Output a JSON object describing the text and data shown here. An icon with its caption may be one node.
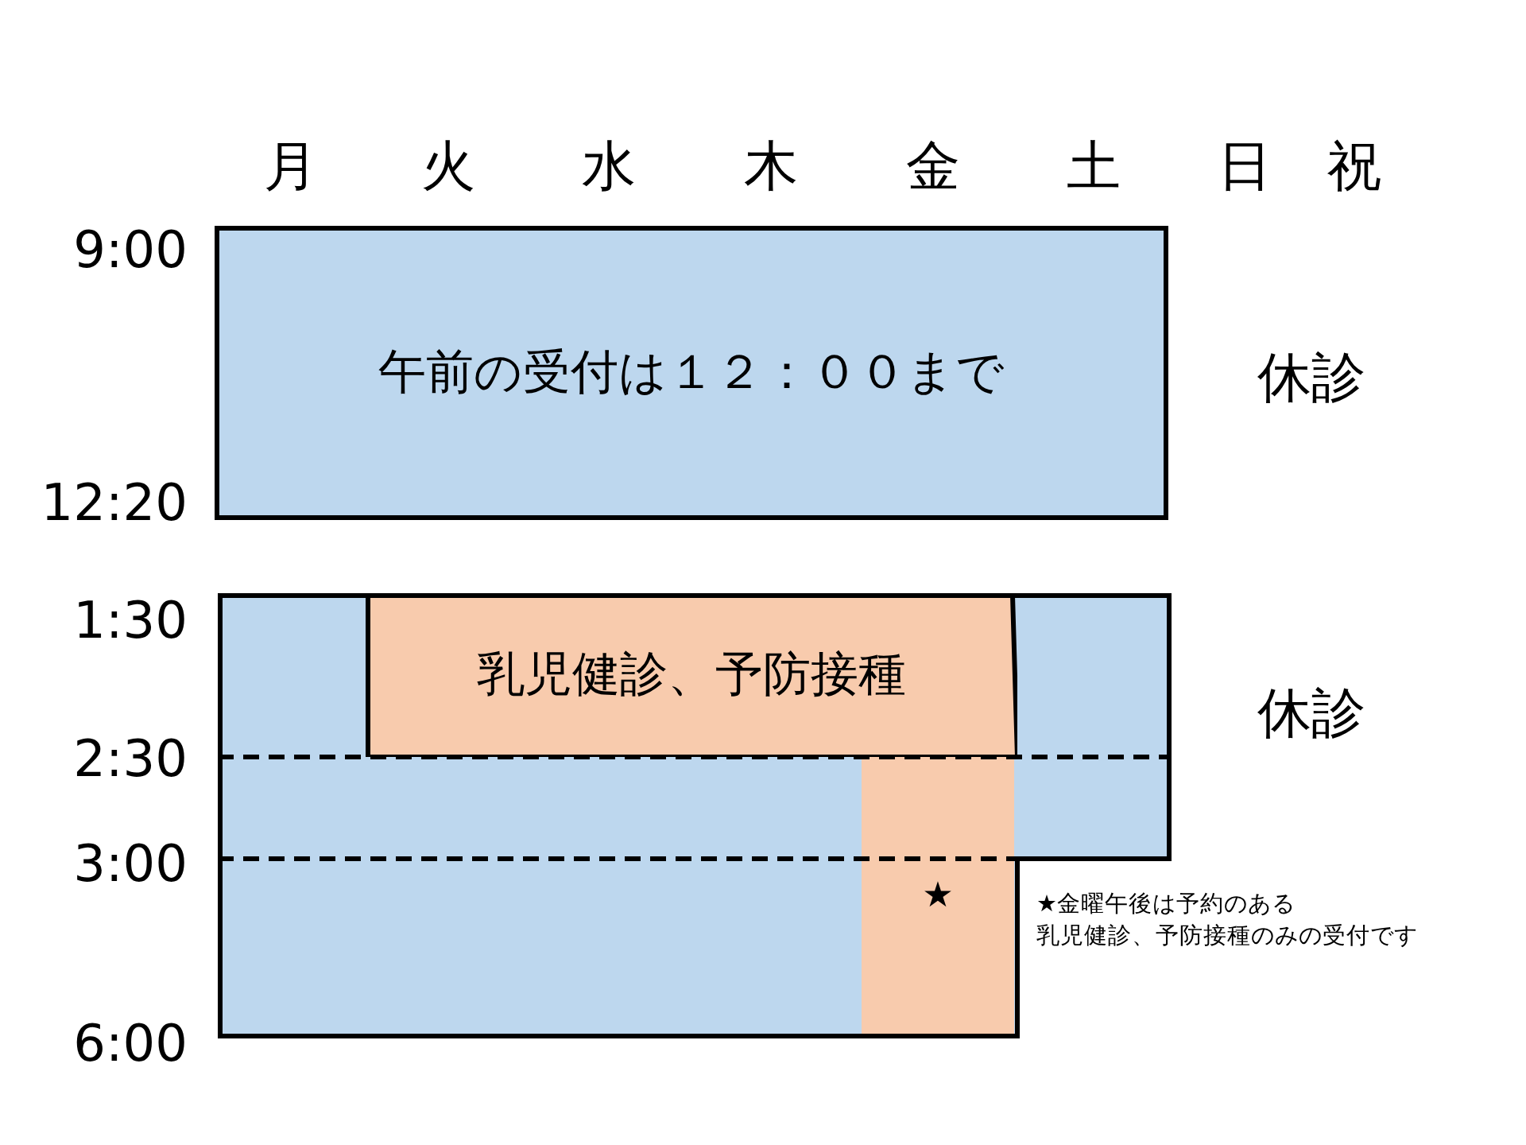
{
  "diagram": {
    "nodes": [
      {
        "text": [
          "午前の受付は１２：００まで"
        ]
      },
      {
        "text": [],
        "shape": "box"
      },
      {
        "text": [
          "乳児健診、予防接種"
        ],
        "in": 1
      },
      {
        "text": [
          "★"
        ],
        "in": 1
      }
    ],
    "labels": [
      "月",
      "火",
      "水",
      "木",
      "金",
      "土",
      "日",
      "祝",
      "9:00",
      "休診",
      "12:20",
      "1:30",
      "休診",
      "2:30",
      "3:00",
      "★金曜午後は予約のある乳児健診、予防接種のみの受付です",
      "6:00"
    ]
  }
}
